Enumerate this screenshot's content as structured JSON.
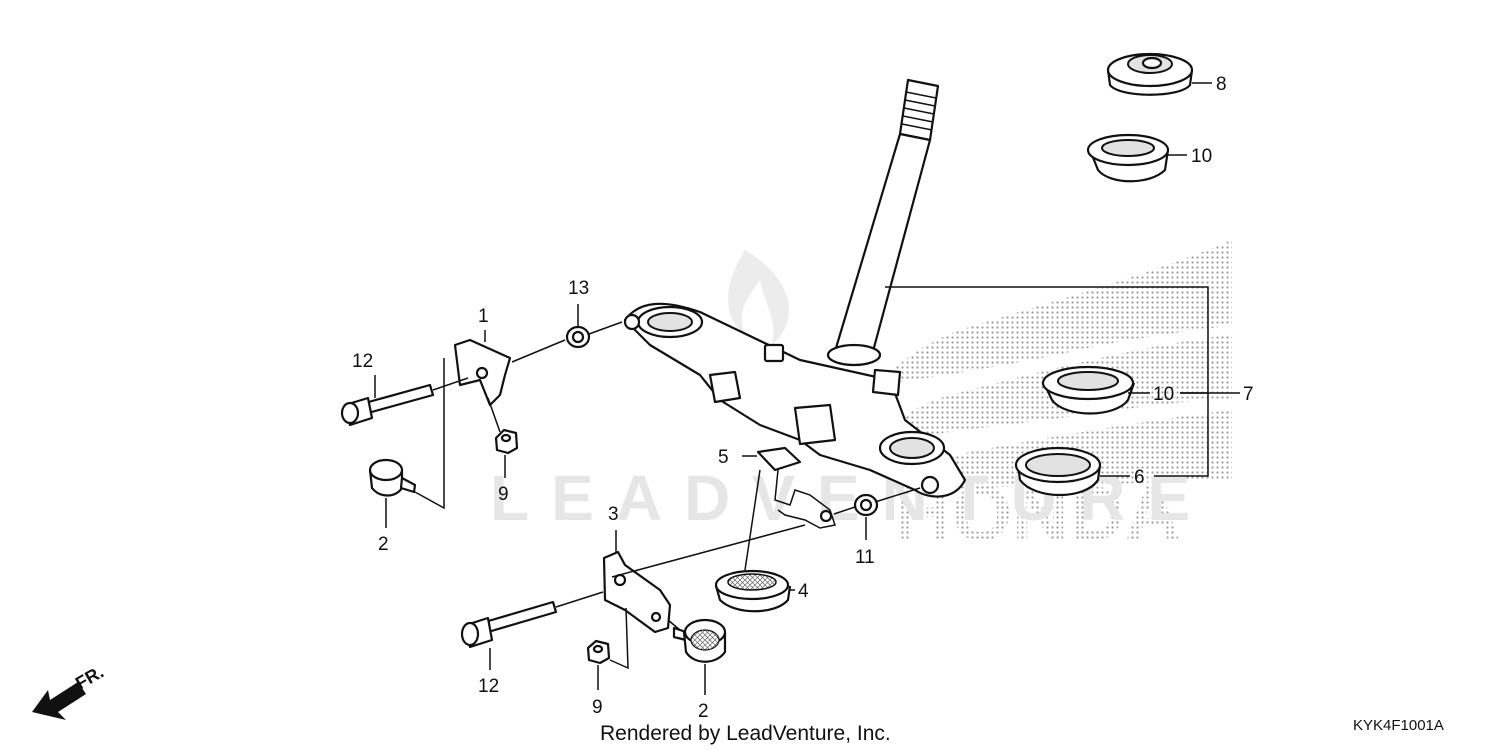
{
  "diagram": {
    "callouts": {
      "c1": "1",
      "c2a": "2",
      "c2b": "2",
      "c3": "3",
      "c4": "4",
      "c5": "5",
      "c6": "6",
      "c7": "7",
      "c8": "8",
      "c9a": "9",
      "c9b": "9",
      "c10a": "10",
      "c10b": "10",
      "c11": "11",
      "c12a": "12",
      "c12b": "12",
      "c13": "13"
    },
    "direction_label": "FR.",
    "watermark_text": "LEADVENTURE",
    "brand_text": "HONDA",
    "footer_text": "Rendered by LeadVenture, Inc.",
    "diagram_code": "KYK4F1001A"
  }
}
